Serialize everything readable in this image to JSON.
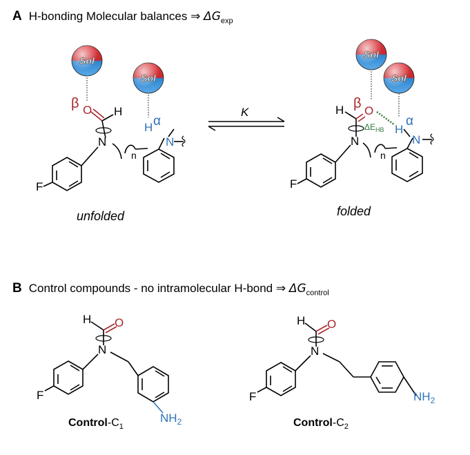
{
  "section_a": {
    "letter": "A",
    "title": "H-bonding Molecular balances",
    "arrow": "⇒",
    "delta": "ΔG",
    "subscript": "exp"
  },
  "section_b": {
    "letter": "B",
    "title": "Control compounds - no intramolecular H-bond",
    "arrow": "⇒",
    "delta": "ΔG",
    "subscript": "control"
  },
  "sphere_label": "Sol",
  "equilibrium_label": "K",
  "captions": {
    "unfolded": "unfolded",
    "folded": "folded"
  },
  "atoms": {
    "fluorine": "F",
    "nitrogen": "N",
    "oxygen": "O",
    "hydrogen": "H",
    "amine": "NH",
    "amine_sub": "2",
    "chain_n": "n"
  },
  "greek": {
    "alpha": "α",
    "beta": "β"
  },
  "hb_energy": {
    "delta": "ΔE",
    "subscript": "HB"
  },
  "controls": [
    {
      "bold": "Control",
      "suffix": "-C",
      "subscript": "1"
    },
    {
      "bold": "Control",
      "suffix": "-C",
      "subscript": "2"
    }
  ],
  "colors": {
    "oxygen_red": "#a8262c",
    "nitrogen_blue": "#2e73b8",
    "hbond_green": "#2d7a3a",
    "sphere_red": "#d8262e",
    "sphere_blue": "#3a8fd6"
  }
}
